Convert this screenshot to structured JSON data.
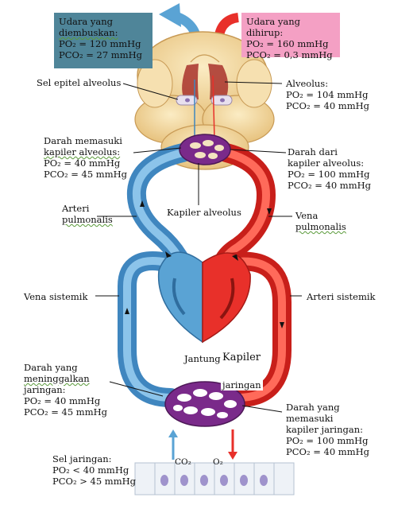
{
  "exhaled_box": {
    "title_line1": "Udara yang",
    "title_line2": "diembuskan:",
    "po2": "PO₂ = 120 mmHg",
    "pco2": "PCO₂ = 27 mmHg",
    "color": "#4f8599"
  },
  "inhaled_box": {
    "title": "Udara yang dihirup:",
    "po2": "PO₂ = 160 mmHg",
    "pco2": "PCO₂ = 0,3 mmHg",
    "color": "#f4a0c4"
  },
  "labels": {
    "sel_epitel": "Sel epitel alveolus",
    "alveolus": {
      "title": "Alveolus:",
      "po2": "PO₂ = 104 mmHg",
      "pco2": "PCO₂ = 40 mmHg"
    },
    "darah_memasuki_kapiler_alveolus": {
      "l1": "Darah memasuki",
      "l2": "kapiler alveolus:",
      "po2": "PO₂ = 40 mmHg",
      "pco2": "PCO₂ = 45 mmHg"
    },
    "darah_dari_kapiler_alveolus": {
      "l1": "Darah dari",
      "l2": "kapiler alveolus:",
      "po2": "PO₂ = 100 mmHg",
      "pco2": "PCO₂ = 40 mmHg"
    },
    "kapiler_alveolus": "Kapiler alveolus",
    "arteri_pulmonalis": {
      "l1": "Arteri",
      "l2": "pulmonalis"
    },
    "vena_pulmonalis": {
      "l1": "Vena",
      "l2": "pulmonalis"
    },
    "vena_sistemik": "Vena sistemik",
    "arteri_sistemik": "Arteri sistemik",
    "jantung": "Jantung",
    "kapiler": "Kapiler",
    "jaringan": "jaringan",
    "darah_meninggalkan_jaringan": {
      "l1": "Darah yang",
      "l2": "meninggalkan",
      "l3": "jaringan:",
      "po2": "PO₂ = 40 mmHg",
      "pco2": "PCO₂ = 45 mmHg"
    },
    "darah_memasuki_kapiler_jaringan": {
      "l1": "Darah yang",
      "l2": "memasuki",
      "l3": "kapiler jaringan:",
      "po2": "PO₂ = 100 mmHg",
      "pco2": "PCO₂ = 40 mmHg"
    },
    "sel_jaringan": {
      "title": "Sel jaringan:",
      "po2": "PO₂ < 40 mmHg",
      "pco2": "PCO₂ > 45 mmHg"
    },
    "co2": "CO₂",
    "o2": "O₂"
  },
  "colors": {
    "deoxygenated": "#5aa3d4",
    "oxygenated": "#e8302a",
    "capillary": "#7a2a8a",
    "alveolus": "#f2d9a0",
    "tissue_cells": "#eef2f7"
  }
}
